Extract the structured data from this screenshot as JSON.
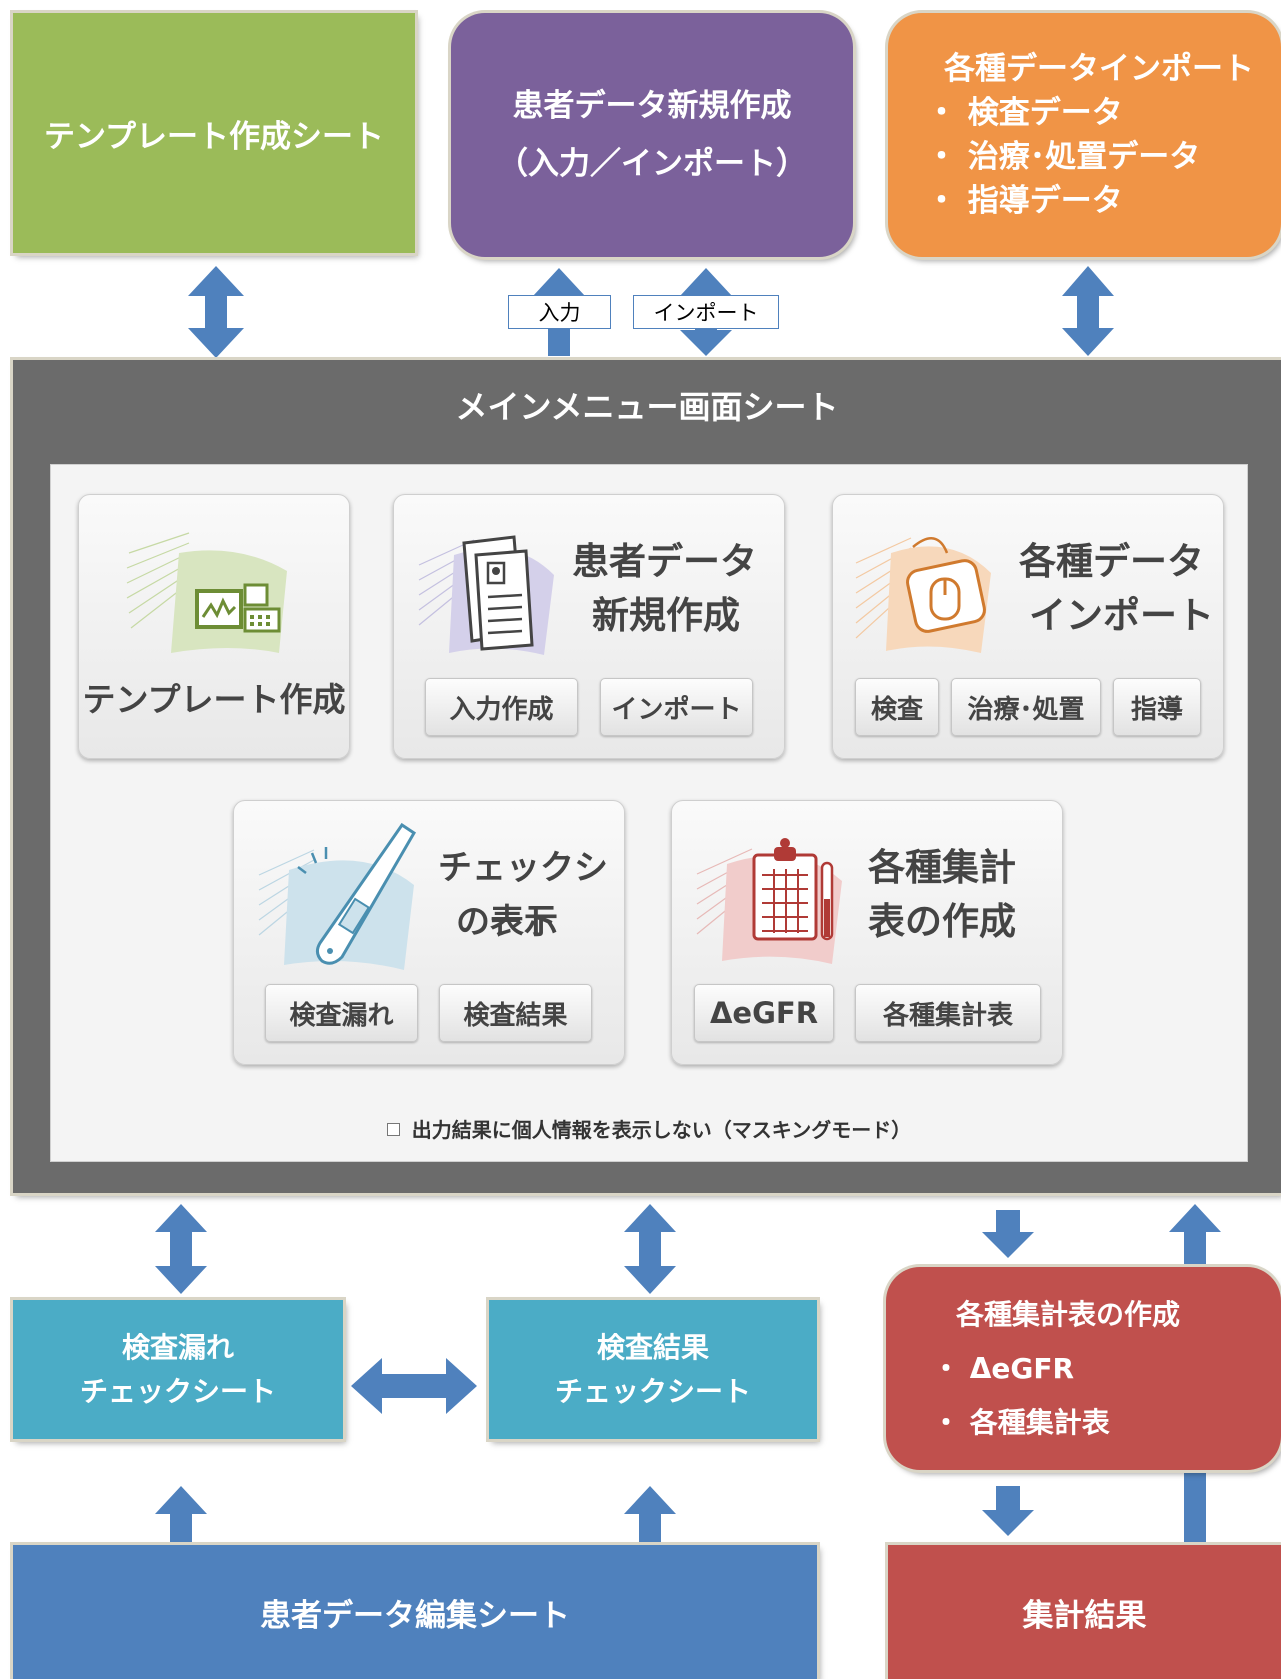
{
  "top": {
    "template_sheet": "テンプレート作成シート",
    "patient_new_line1": "患者データ新規作成",
    "patient_new_line2": "（入力／インポート）",
    "import": {
      "title": "各種データインポート",
      "items": [
        "・ 検査データ",
        "・ 治療･処置データ",
        "・ 指導データ"
      ]
    },
    "label_input": "入力",
    "label_import": "インポート"
  },
  "main_menu": {
    "title": "メインメニュー画面シート",
    "template_card": {
      "title": "テンプレート作成"
    },
    "patient_card": {
      "title_line1": "患者データ",
      "title_line2": "新規作成",
      "buttons": [
        "入力作成",
        "インポート"
      ]
    },
    "import_card": {
      "title_line1": "各種データ",
      "title_line2": "インポート",
      "buttons": [
        "検査",
        "治療･処置",
        "指導"
      ]
    },
    "check_card": {
      "title_line1": "チェックシート",
      "title_line2": "の表示",
      "buttons": [
        "検査漏れ",
        "検査結果"
      ]
    },
    "summary_card": {
      "title_line1": "各種集計",
      "title_line2": "表の作成",
      "buttons": [
        "ΔeGFR",
        "各種集計表"
      ]
    },
    "masking_label": "出力結果に個人情報を表示しない（マスキングモード）"
  },
  "bottom": {
    "omission_check": {
      "line1": "検査漏れ",
      "line2": "チェックシート"
    },
    "result_check": {
      "line1": "検査結果",
      "line2": "チェックシート"
    },
    "summary_create": {
      "title": "各種集計表の作成",
      "items": [
        "・ ΔeGFR",
        "・ 各種集計表"
      ]
    },
    "patient_edit": "患者データ編集シート",
    "summary_result": "集計結果"
  },
  "colors": {
    "green": "#9bbb59",
    "purple": "#7b619b",
    "orange": "#f09446",
    "gray": "#6b6b6b",
    "teal": "#4bacc6",
    "red": "#c0504d",
    "blue": "#4f81bd",
    "arrow": "#4f81bd"
  }
}
